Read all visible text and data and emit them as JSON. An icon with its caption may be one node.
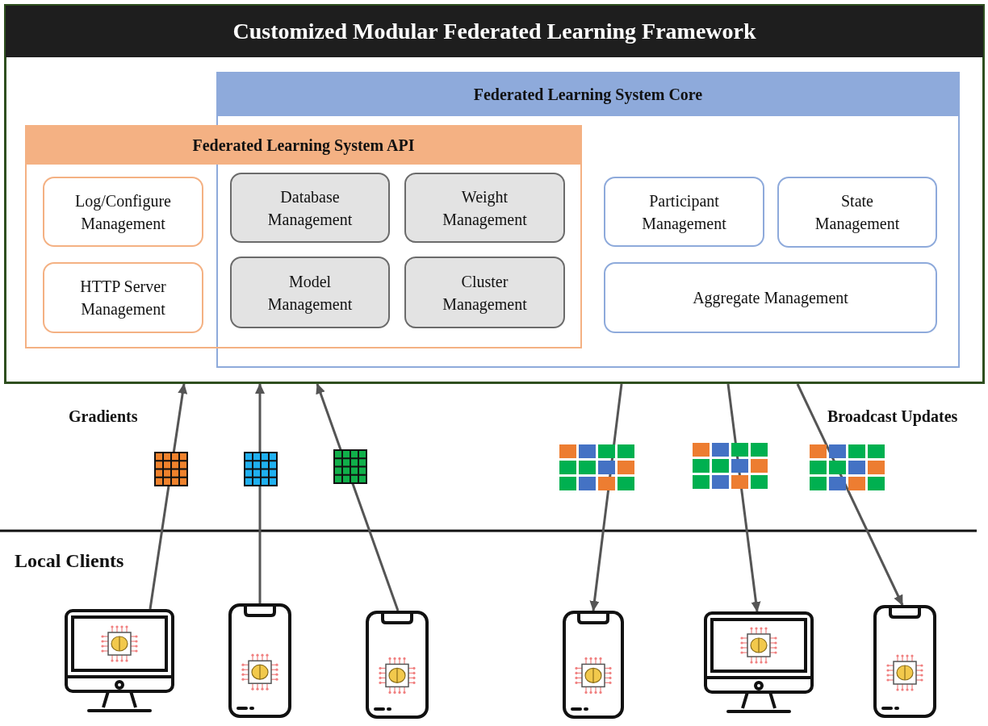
{
  "diagram": {
    "nodes": [
      {
        "text": [
          "Customized Modular Federated Learning Framework"
        ]
      },
      {
        "text": [
          "Federated Learning System Core"
        ],
        "in": 0
      },
      {
        "text": [
          "Federated Learning System API"
        ],
        "in": 0
      },
      {
        "text": [
          "Log/Configure Management"
        ],
        "in": 2
      },
      {
        "text": [
          "HTTP Server Management"
        ],
        "in": 2
      },
      {
        "text": [
          "Database Management"
        ]
      },
      {
        "text": [
          "Weight Management"
        ]
      },
      {
        "text": [
          "Model Management"
        ]
      },
      {
        "text": [
          "Cluster Management"
        ]
      },
      {
        "text": [
          "Participant Management"
        ],
        "in": 1
      },
      {
        "text": [
          "State Management"
        ],
        "in": 1
      },
      {
        "text": [
          "Aggregate Management"
        ],
        "in": 1
      },
      {
        "text": [],
        "shape": "computer"
      },
      {
        "text": [],
        "shape": "phone"
      },
      {
        "text": [],
        "shape": "phone"
      },
      {
        "text": [],
        "shape": "phone"
      },
      {
        "text": [],
        "shape": "computer"
      },
      {
        "text": [],
        "shape": "phone"
      }
    ],
    "edges": [
      {
        "from": 12,
        "to": 0,
        "arrow": "to"
      },
      {
        "from": 13,
        "to": 0,
        "arrow": "to"
      },
      {
        "from": 14,
        "to": 0,
        "arrow": "to"
      },
      {
        "from": 0,
        "to": 15,
        "arrow": "to"
      },
      {
        "from": 0,
        "to": 16,
        "arrow": "to"
      },
      {
        "from": 0,
        "to": 17,
        "arrow": "to"
      }
    ],
    "labels": [
      "Gradients",
      "Broadcast Updates",
      "Local Clients"
    ]
  }
}
